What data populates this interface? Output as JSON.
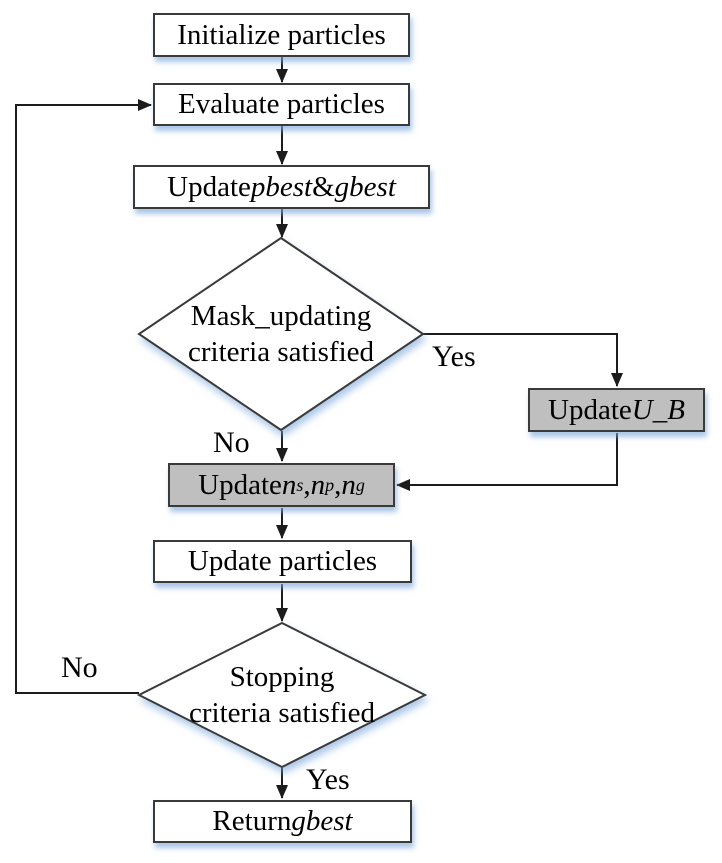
{
  "diagram": {
    "title_hint": "PSO mask-updating flowchart",
    "colors": {
      "box_fill": "#ffffff",
      "gray_fill": "#bfbfbf",
      "border": "#3a3a3a",
      "line": "#1c1c1c",
      "shadow": "rgba(125,168,220,0.65)",
      "text": "#000000"
    },
    "nodes": {
      "initialize": {
        "label": "Initialize particles"
      },
      "evaluate": {
        "label": "Evaluate particles"
      },
      "update_best": {
        "prefix": "Update ",
        "pbest": "pbest",
        "amp": " & ",
        "gbest": "gbest"
      },
      "mask_decision": {
        "line1": "Mask_updating",
        "line2": "criteria satisfied"
      },
      "update_ub": {
        "prefix": "Update ",
        "var": "U_B"
      },
      "update_n": {
        "prefix": "Update ",
        "n1": "n",
        "sub1": "s",
        "sep1": ", ",
        "n2": "n",
        "sub2": "p",
        "sep2": ", ",
        "n3": "n",
        "sub3": "g"
      },
      "update_particles": {
        "label": "Update particles"
      },
      "stop_decision": {
        "line1": "Stopping",
        "line2": "criteria satisfied"
      },
      "return_node": {
        "prefix": "Return ",
        "gbest": "gbest"
      }
    },
    "edge_labels": {
      "mask_yes": "Yes",
      "mask_no": "No",
      "stop_no": "No",
      "stop_yes": "Yes"
    }
  }
}
